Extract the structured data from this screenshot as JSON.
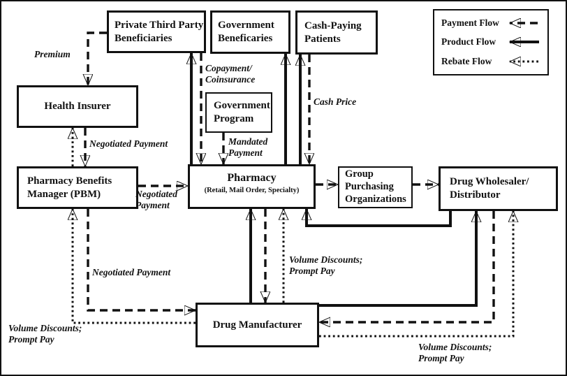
{
  "nodes": {
    "private_third_party": "Private Third Party\nBeneficiaries",
    "government_beneficiaries": "Government\nBeneficaries",
    "cash_paying": "Cash-Paying\nPatients",
    "health_insurer": "Health Insurer",
    "pbm": "Pharmacy Benefits\nManager (PBM)",
    "government_program": "Government\nProgram",
    "pharmacy_title": "Pharmacy",
    "pharmacy_subtitle": "(Retail, Mail Order, Specialty)",
    "gpo": "Group\nPurchasing\nOrganizations",
    "wholesaler": "Drug Wholesaler/\nDistributor",
    "manufacturer": "Drug Manufacturer"
  },
  "edge_labels": {
    "premium": "Premium",
    "negotiated_payment_insurer_pbm": "Negotiated Payment",
    "copayment": "Copayment/\nCoinsurance",
    "mandated_payment": "Mandated\nPayment",
    "cash_price": "Cash Price",
    "negotiated_payment_pbm_pharmacy": "Negotiated\nPayment",
    "negotiated_payment_pbm_manufacturer": "Negotiated Payment",
    "volume_discounts_pharmacy": "Volume Discounts;\nPrompt Pay",
    "volume_discounts_pbm": "Volume Discounts;\nPrompt Pay",
    "volume_discounts_wholesaler": "Volume Discounts;\nPrompt Pay"
  },
  "legend": {
    "items": [
      {
        "label": "Payment Flow",
        "style": "dashed"
      },
      {
        "label": "Product Flow",
        "style": "solid"
      },
      {
        "label": "Rebate Flow",
        "style": "dotted"
      }
    ]
  },
  "colors": {
    "ink": "#111111",
    "background": "#ffffff"
  }
}
